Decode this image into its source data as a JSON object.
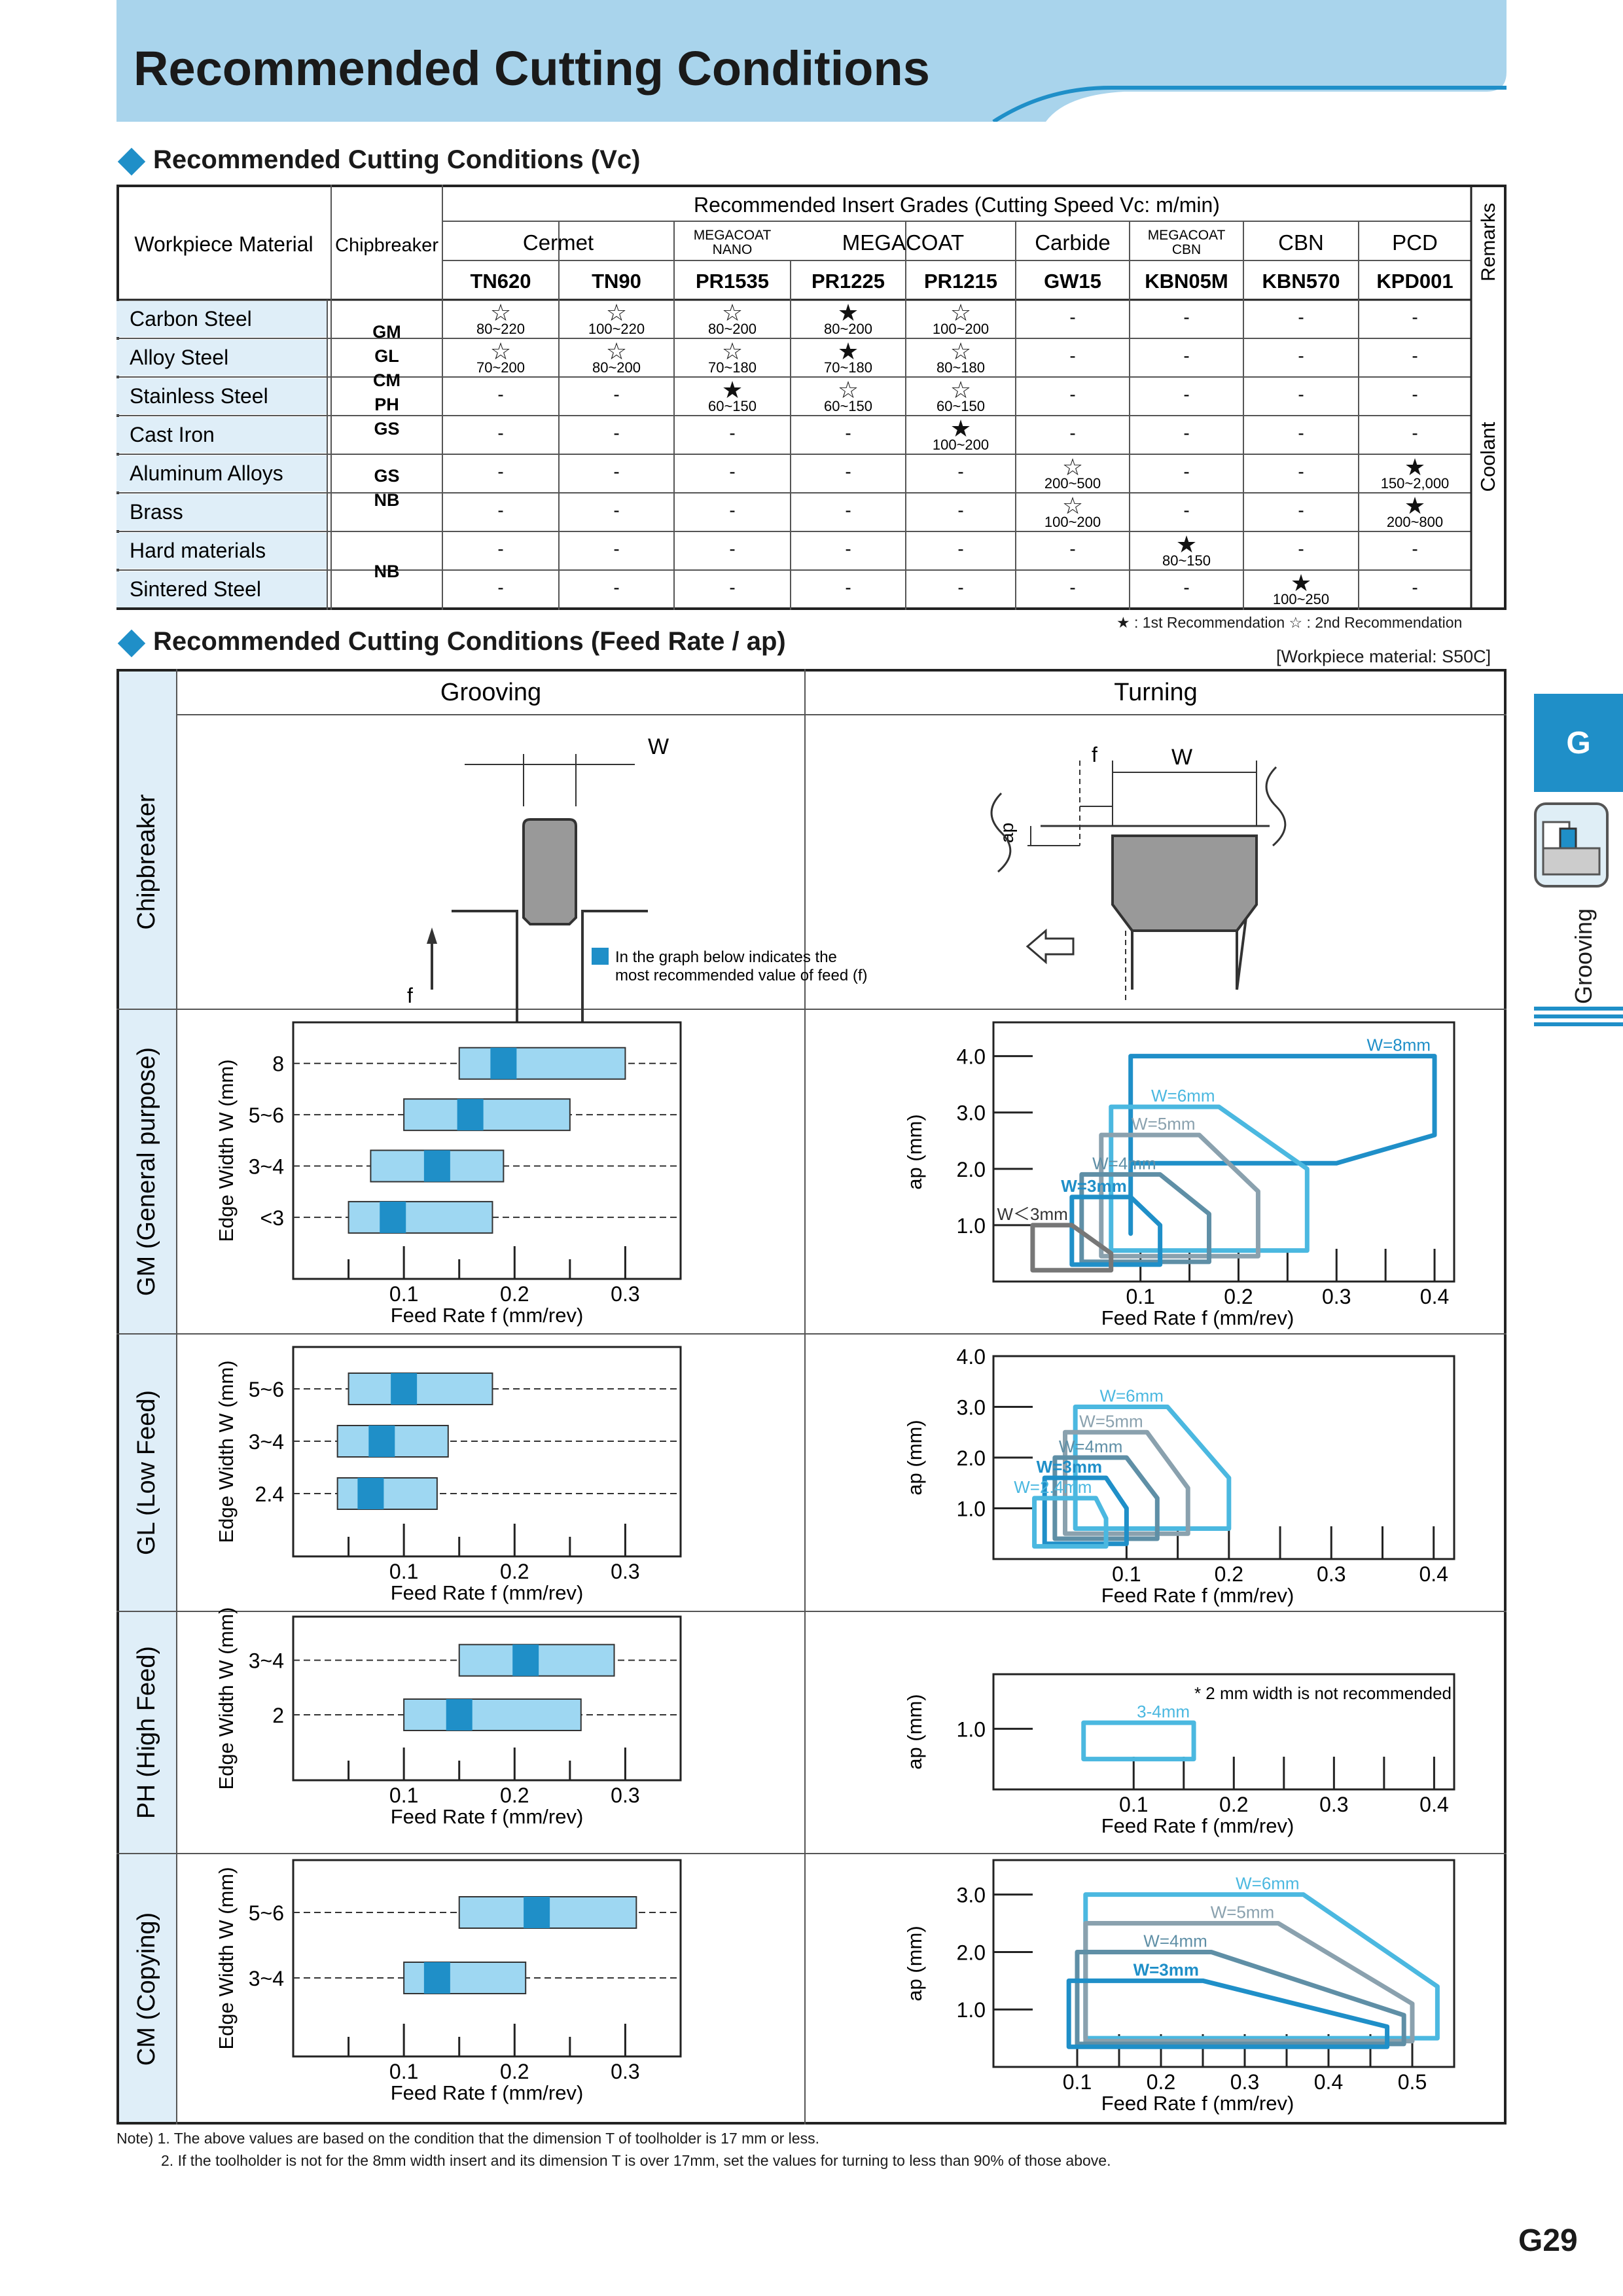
{
  "title": "Recommended Cutting Conditions",
  "section1_title": "Recommended Cutting Conditions (Vc)",
  "section2_title": "Recommended Cutting Conditions (Feed Rate / ap)",
  "workpiece_note": "[Workpiece material: S50C]",
  "legend_note": "★ : 1st Recommendation   ☆ : 2nd Recommendation",
  "side_tab": {
    "letter": "G",
    "label": "Grooving"
  },
  "page_number": "G29",
  "table": {
    "top_header": "Recommended Insert Grades (Cutting Speed Vc: m/min)",
    "col_workpiece": "Workpiece Material",
    "col_chipbreaker": "Chipbreaker",
    "col_remarks": "Remarks",
    "groups": [
      "Cermet",
      "MEGACOAT NANO",
      "MEGACOAT",
      "Carbide",
      "MEGACOAT CBN",
      "CBN",
      "PCD"
    ],
    "grades": [
      "TN620",
      "TN90",
      "PR1535",
      "PR1225",
      "PR1215",
      "GW15",
      "KBN05M",
      "KBN570",
      "KPD001"
    ],
    "materials": [
      "Carbon Steel",
      "Alloy Steel",
      "Stainless Steel",
      "Cast Iron",
      "Aluminum Alloys",
      "Brass",
      "Hard materials",
      "Sintered Steel"
    ],
    "chipbreaker_groups": [
      [
        "GM",
        "GL",
        "CM",
        "PH",
        "GS"
      ],
      [
        "GS",
        "NB"
      ],
      [
        "NB"
      ]
    ],
    "coolant": "Coolant",
    "rows": [
      [
        [
          "☆",
          "80~220"
        ],
        [
          "☆",
          "100~220"
        ],
        [
          "☆",
          "80~200"
        ],
        [
          "★",
          "80~200"
        ],
        [
          "☆",
          "100~200"
        ],
        [
          "",
          "-"
        ],
        [
          "",
          "-"
        ],
        [
          "",
          "-"
        ],
        [
          "",
          "-"
        ]
      ],
      [
        [
          "☆",
          "70~200"
        ],
        [
          "☆",
          "80~200"
        ],
        [
          "☆",
          "70~180"
        ],
        [
          "★",
          "70~180"
        ],
        [
          "☆",
          "80~180"
        ],
        [
          "",
          "-"
        ],
        [
          "",
          "-"
        ],
        [
          "",
          "-"
        ],
        [
          "",
          "-"
        ]
      ],
      [
        [
          "",
          "-"
        ],
        [
          "",
          "-"
        ],
        [
          "★",
          "60~150"
        ],
        [
          "☆",
          "60~150"
        ],
        [
          "☆",
          "60~150"
        ],
        [
          "",
          "-"
        ],
        [
          "",
          "-"
        ],
        [
          "",
          "-"
        ],
        [
          "",
          "-"
        ]
      ],
      [
        [
          "",
          "-"
        ],
        [
          "",
          "-"
        ],
        [
          "",
          "-"
        ],
        [
          "",
          "-"
        ],
        [
          "★",
          "100~200"
        ],
        [
          "",
          "-"
        ],
        [
          "",
          "-"
        ],
        [
          "",
          "-"
        ],
        [
          "",
          "-"
        ]
      ],
      [
        [
          "",
          "-"
        ],
        [
          "",
          "-"
        ],
        [
          "",
          "-"
        ],
        [
          "",
          "-"
        ],
        [
          "",
          "-"
        ],
        [
          "☆",
          "200~500"
        ],
        [
          "",
          "-"
        ],
        [
          "",
          "-"
        ],
        [
          "★",
          "150~2,000"
        ]
      ],
      [
        [
          "",
          "-"
        ],
        [
          "",
          "-"
        ],
        [
          "",
          "-"
        ],
        [
          "",
          "-"
        ],
        [
          "",
          "-"
        ],
        [
          "☆",
          "100~200"
        ],
        [
          "",
          "-"
        ],
        [
          "",
          "-"
        ],
        [
          "★",
          "200~800"
        ]
      ],
      [
        [
          "",
          "-"
        ],
        [
          "",
          "-"
        ],
        [
          "",
          "-"
        ],
        [
          "",
          "-"
        ],
        [
          "",
          "-"
        ],
        [
          "",
          "-"
        ],
        [
          "★",
          "80~150"
        ],
        [
          "",
          "-"
        ],
        [
          "",
          "-"
        ]
      ],
      [
        [
          "",
          "-"
        ],
        [
          "",
          "-"
        ],
        [
          "",
          "-"
        ],
        [
          "",
          "-"
        ],
        [
          "",
          "-"
        ],
        [
          "",
          "-"
        ],
        [
          "",
          "-"
        ],
        [
          "★",
          "100~250"
        ],
        [
          "",
          "-"
        ]
      ]
    ]
  },
  "feed_table": {
    "col_grooving": "Grooving",
    "col_turning": "Turning",
    "row_chipbreaker": "Chipbreaker",
    "diagram_w": "W",
    "diagram_f": "f",
    "diagram_ap": "ap",
    "diagram_note1": "In the graph below indicates the",
    "diagram_note2": "most recommended value of feed (f)",
    "row_labels": [
      "GM (General purpose)",
      "GL (Low Feed)",
      "PH (High Feed)",
      "CM (Copying)"
    ],
    "edge_label": "Edge Width W (mm)",
    "feed_label": "Feed Rate f (mm/rev)",
    "ap_label": "ap (mm)",
    "ph_note": "* 2 mm width is not recommended"
  },
  "chart_data": [
    {
      "type": "bar",
      "name": "GM grooving",
      "categories": [
        "8",
        "5~6",
        "3~4",
        "<3"
      ],
      "ranges": [
        [
          0.15,
          0.3
        ],
        [
          0.1,
          0.25
        ],
        [
          0.07,
          0.19
        ],
        [
          0.05,
          0.18
        ]
      ],
      "best": [
        0.19,
        0.16,
        0.13,
        0.09
      ],
      "xticks": [
        "0.1",
        "0.2",
        "0.3"
      ],
      "xlim": [
        0,
        0.35
      ]
    },
    {
      "type": "area",
      "name": "GM turning",
      "series": [
        {
          "name": "W=8mm",
          "points": [
            [
              0.09,
              0.85
            ],
            [
              0.09,
              2.1
            ],
            [
              0.3,
              2.1
            ],
            [
              0.4,
              2.6
            ],
            [
              0.4,
              4.0
            ],
            [
              0.09,
              4.0
            ]
          ],
          "color": "#1f8fc8"
        },
        {
          "name": "W=6mm",
          "points": [
            [
              0.07,
              0.55
            ],
            [
              0.07,
              3.1
            ],
            [
              0.18,
              3.1
            ],
            [
              0.27,
              2.0
            ],
            [
              0.27,
              0.55
            ]
          ],
          "color": "#4bb8e0"
        },
        {
          "name": "W=5mm",
          "points": [
            [
              0.06,
              0.45
            ],
            [
              0.06,
              2.6
            ],
            [
              0.16,
              2.6
            ],
            [
              0.22,
              1.6
            ],
            [
              0.22,
              0.45
            ]
          ],
          "color": "#8aa1ae"
        },
        {
          "name": "W=4mm",
          "points": [
            [
              0.04,
              0.35
            ],
            [
              0.04,
              1.9
            ],
            [
              0.12,
              1.9
            ],
            [
              0.17,
              1.2
            ],
            [
              0.17,
              0.35
            ]
          ],
          "color": "#5f8fa6"
        },
        {
          "name": "W=3mm",
          "points": [
            [
              0.03,
              0.3
            ],
            [
              0.03,
              1.5
            ],
            [
              0.09,
              1.5
            ],
            [
              0.12,
              1.0
            ],
            [
              0.12,
              0.3
            ]
          ],
          "color": "#1f8fc8"
        },
        {
          "name": "W＜3mm",
          "points": [
            [
              -0.01,
              0.2
            ],
            [
              -0.01,
              1.0
            ],
            [
              0.03,
              1.0
            ],
            [
              0.07,
              0.5
            ],
            [
              0.07,
              0.2
            ]
          ],
          "color": "#777777"
        }
      ],
      "xticks": [
        "0.1",
        "0.2",
        "0.3",
        "0.4"
      ],
      "yticks": [
        "1.0",
        "2.0",
        "3.0",
        "4.0"
      ]
    },
    {
      "type": "bar",
      "name": "GL grooving",
      "categories": [
        "5~6",
        "3~4",
        "2.4"
      ],
      "ranges": [
        [
          0.05,
          0.18
        ],
        [
          0.04,
          0.14
        ],
        [
          0.04,
          0.13
        ]
      ],
      "best": [
        0.1,
        0.08,
        0.07
      ],
      "xticks": [
        "0.1",
        "0.2",
        "0.3"
      ],
      "xlim": [
        0,
        0.35
      ]
    },
    {
      "type": "area",
      "name": "GL turning",
      "series": [
        {
          "name": "W=6mm",
          "points": [
            [
              0.05,
              0.6
            ],
            [
              0.05,
              3.0
            ],
            [
              0.14,
              3.0
            ],
            [
              0.2,
              1.6
            ],
            [
              0.2,
              0.6
            ]
          ],
          "color": "#4bb8e0"
        },
        {
          "name": "W=5mm",
          "points": [
            [
              0.04,
              0.5
            ],
            [
              0.04,
              2.5
            ],
            [
              0.12,
              2.5
            ],
            [
              0.16,
              1.4
            ],
            [
              0.16,
              0.5
            ]
          ],
          "color": "#8aa1ae"
        },
        {
          "name": "W=4mm",
          "points": [
            [
              0.03,
              0.4
            ],
            [
              0.03,
              2.0
            ],
            [
              0.1,
              2.0
            ],
            [
              0.13,
              1.2
            ],
            [
              0.13,
              0.4
            ]
          ],
          "color": "#5f8fa6"
        },
        {
          "name": "W=3mm",
          "points": [
            [
              0.02,
              0.3
            ],
            [
              0.02,
              1.6
            ],
            [
              0.08,
              1.6
            ],
            [
              0.1,
              1.0
            ],
            [
              0.1,
              0.3
            ]
          ],
          "color": "#1f8fc8"
        },
        {
          "name": "W=2.4mm",
          "points": [
            [
              0.01,
              0.25
            ],
            [
              0.01,
              1.2
            ],
            [
              0.07,
              1.2
            ],
            [
              0.08,
              0.8
            ],
            [
              0.08,
              0.25
            ]
          ],
          "color": "#4bb8e0"
        }
      ],
      "xticks": [
        "0.1",
        "0.2",
        "0.3",
        "0.4"
      ],
      "yticks": [
        "1.0",
        "2.0",
        "3.0",
        "4.0"
      ]
    },
    {
      "type": "bar",
      "name": "PH grooving",
      "categories": [
        "3~4",
        "2"
      ],
      "ranges": [
        [
          0.15,
          0.29
        ],
        [
          0.1,
          0.26
        ]
      ],
      "best": [
        0.21,
        0.15
      ],
      "xticks": [
        "0.1",
        "0.2",
        "0.3"
      ],
      "xlim": [
        0,
        0.35
      ]
    },
    {
      "type": "area",
      "name": "PH turning",
      "series": [
        {
          "name": "3-4mm",
          "points": [
            [
              0.05,
              0.5
            ],
            [
              0.05,
              1.1
            ],
            [
              0.16,
              1.1
            ],
            [
              0.16,
              0.5
            ]
          ],
          "color": "#4bb8e0"
        }
      ],
      "xticks": [
        "0.1",
        "0.2",
        "0.3",
        "0.4"
      ],
      "yticks": [
        "1.0"
      ]
    },
    {
      "type": "bar",
      "name": "CM grooving",
      "categories": [
        "5~6",
        "3~4"
      ],
      "ranges": [
        [
          0.15,
          0.31
        ],
        [
          0.1,
          0.21
        ]
      ],
      "best": [
        0.22,
        0.13
      ],
      "xticks": [
        "0.1",
        "0.2",
        "0.3"
      ],
      "xlim": [
        0,
        0.35
      ]
    },
    {
      "type": "area",
      "name": "CM turning",
      "series": [
        {
          "name": "W=6mm",
          "points": [
            [
              0.11,
              0.5
            ],
            [
              0.11,
              3.0
            ],
            [
              0.37,
              3.0
            ],
            [
              0.53,
              1.4
            ],
            [
              0.53,
              0.5
            ]
          ],
          "color": "#4bb8e0"
        },
        {
          "name": "W=5mm",
          "points": [
            [
              0.11,
              0.45
            ],
            [
              0.11,
              2.5
            ],
            [
              0.34,
              2.5
            ],
            [
              0.5,
              1.1
            ],
            [
              0.5,
              0.45
            ]
          ],
          "color": "#8aa1ae"
        },
        {
          "name": "W=4mm",
          "points": [
            [
              0.1,
              0.4
            ],
            [
              0.1,
              2.0
            ],
            [
              0.26,
              2.0
            ],
            [
              0.49,
              0.9
            ],
            [
              0.49,
              0.4
            ]
          ],
          "color": "#5f8fa6"
        },
        {
          "name": "W=3mm",
          "points": [
            [
              0.09,
              0.35
            ],
            [
              0.09,
              1.5
            ],
            [
              0.25,
              1.5
            ],
            [
              0.47,
              0.7
            ],
            [
              0.47,
              0.35
            ]
          ],
          "color": "#1f8fc8"
        }
      ],
      "xticks": [
        "0.1",
        "0.2",
        "0.3",
        "0.4",
        "0.5"
      ],
      "yticks": [
        "1.0",
        "2.0",
        "3.0"
      ]
    }
  ],
  "notes": [
    "Note) 1. The above values are based on the condition that the dimension T of toolholder is 17 mm or less.",
    "2. If the toolholder is not for the 8mm width insert and its dimension T is over 17mm, set the values for turning to less than 90% of those above."
  ]
}
